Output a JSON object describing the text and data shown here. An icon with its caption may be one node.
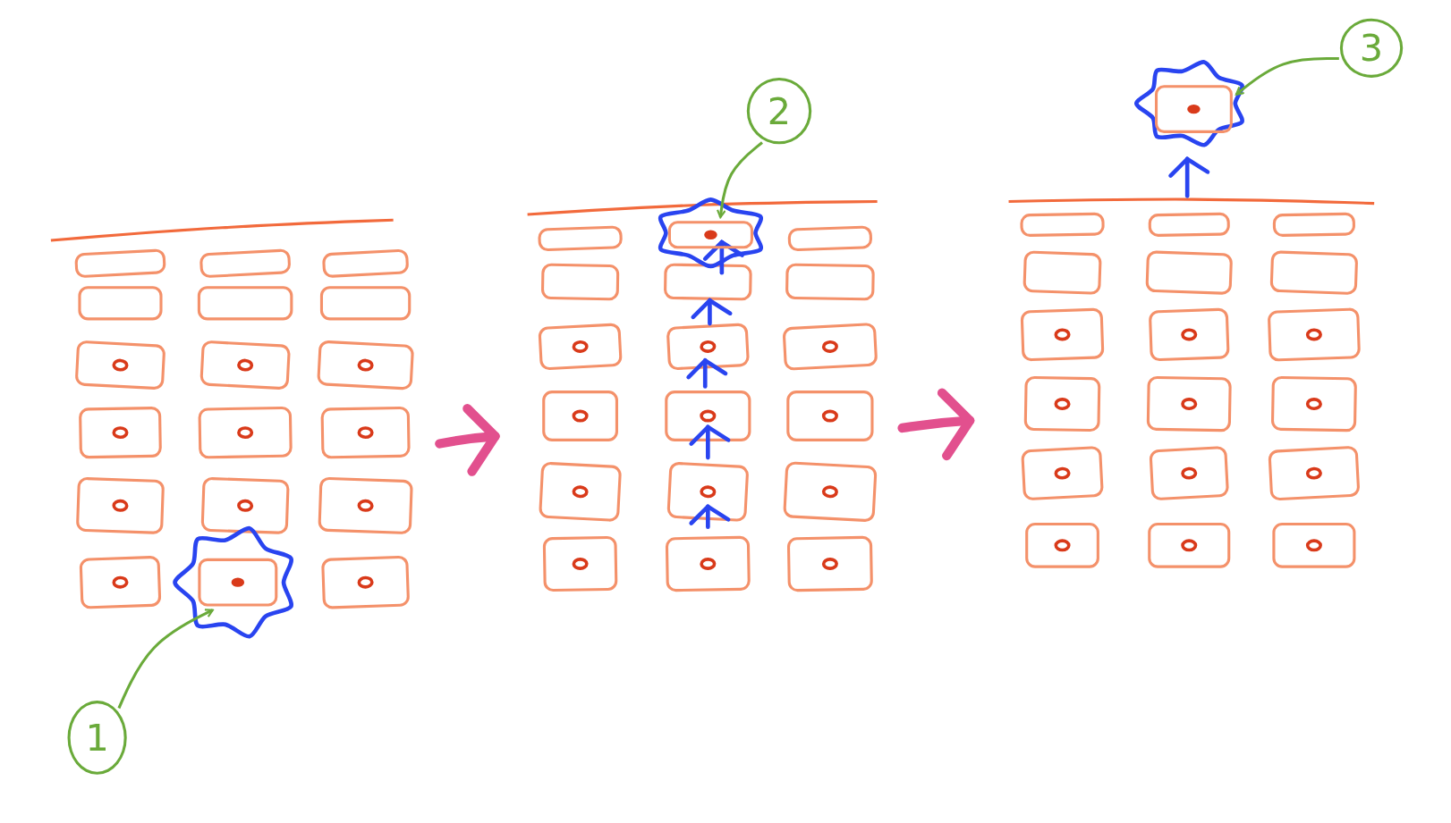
{
  "diagram": {
    "nodes": [
      {
        "text": [
          "1"
        ]
      },
      {
        "text": [],
        "shape": "box"
      },
      {
        "text": [
          "2"
        ]
      },
      {
        "text": [],
        "shape": "box"
      },
      {
        "text": [
          "3"
        ]
      },
      {
        "text": [],
        "shape": "box"
      }
    ],
    "edges": [
      {
        "from": 0,
        "to": 1,
        "arrow": "to"
      },
      {
        "from": 2,
        "to": 3,
        "arrow": "to"
      },
      {
        "from": 4,
        "to": 5,
        "arrow": "to"
      }
    ]
  }
}
